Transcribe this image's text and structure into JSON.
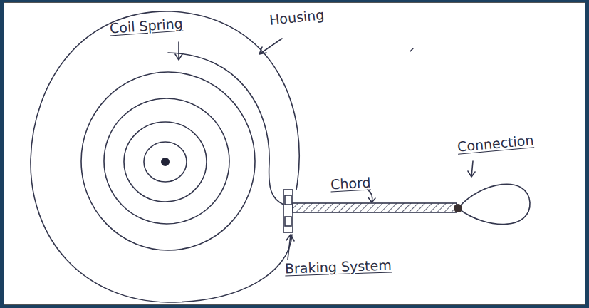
{
  "diagram": {
    "labels": [
      "Housing",
      "Coil Spring",
      "Chord",
      "Connection",
      "Braking System"
    ]
  }
}
